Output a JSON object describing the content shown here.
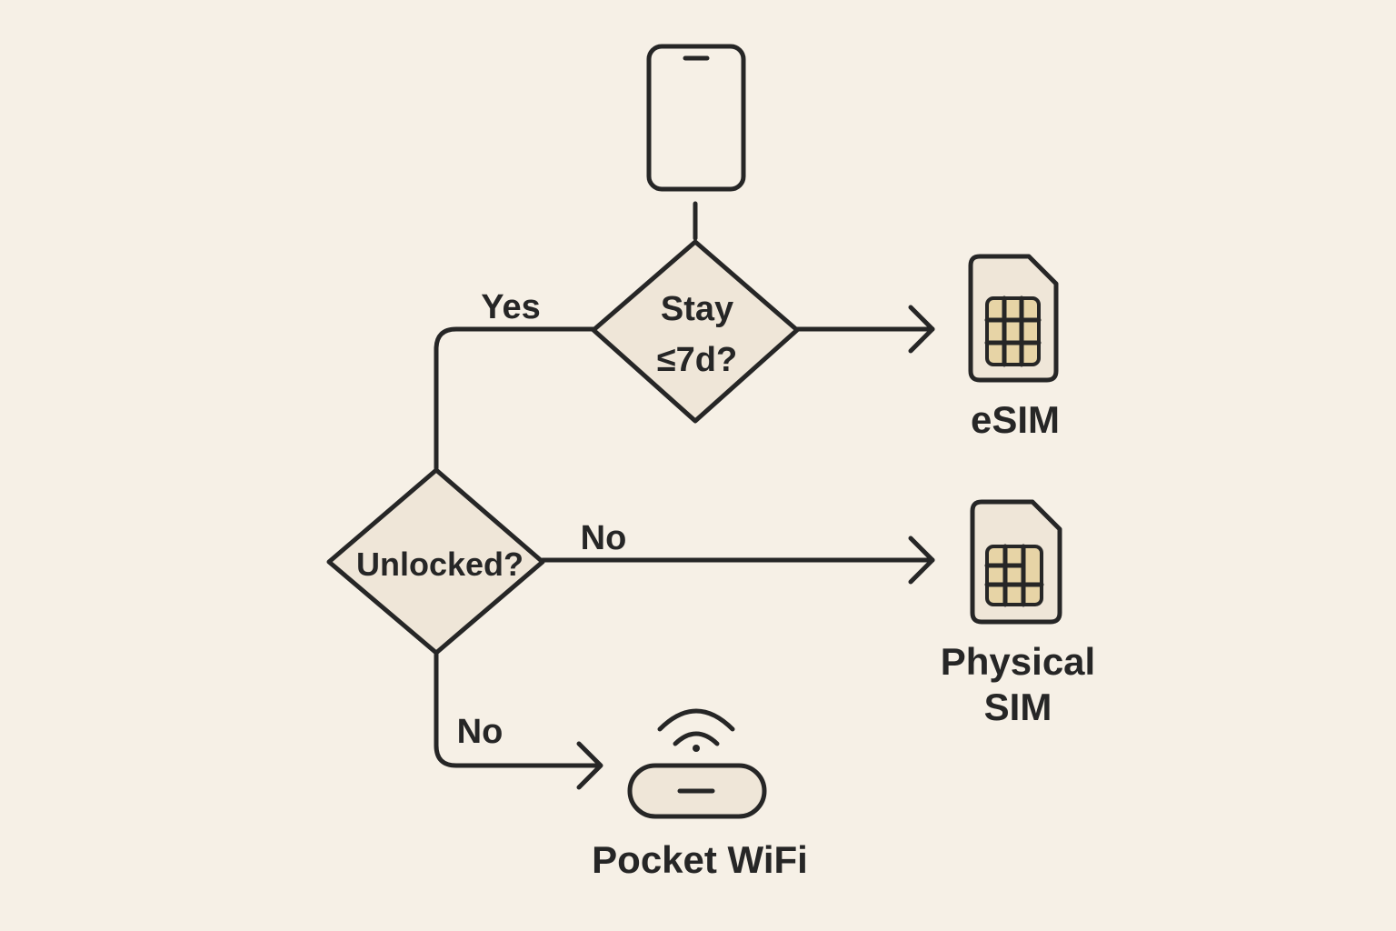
{
  "diagram": {
    "decision_stay": {
      "line1": "Stay",
      "line2": "≤7d?"
    },
    "decision_unlocked": {
      "label": "Unlocked?"
    },
    "edge_yes": {
      "label": "Yes"
    },
    "edge_no_right": {
      "label": "No"
    },
    "edge_no_down": {
      "label": "No"
    },
    "result_esim": {
      "label": "eSIM",
      "icon": "esim-card-icon"
    },
    "result_physical": {
      "line1": "Physical",
      "line2": "SIM",
      "icon": "sim-card-icon"
    },
    "result_pocket": {
      "label": "Pocket WiFi",
      "icon": "pocket-wifi-icon"
    },
    "start": {
      "icon": "smartphone-icon"
    },
    "colors": {
      "background": "#f6f0e6",
      "stroke": "#262626",
      "fill": "#efe6d8",
      "chip": "#e7d4a6"
    }
  }
}
